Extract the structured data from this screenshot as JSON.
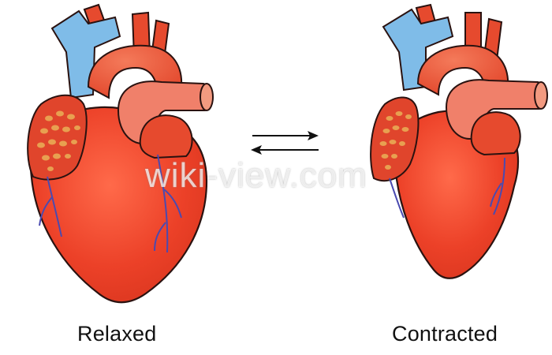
{
  "labels": {
    "relaxed": "Relaxed",
    "contracted": "Contracted"
  },
  "watermark": "wiki-view.com",
  "colors": {
    "ventricle": "#e8412a",
    "atrium_wall": "#e0452c",
    "vessel_blue": "#7fbce8",
    "aorta": "#e85a3c",
    "pulmonary": "#f0806a",
    "outline": "#2a1210",
    "fat_spots": "#e8a050",
    "vein_lines": "#4a4ab0",
    "caption_text": "#111111"
  },
  "icons": [
    "arrow-right-icon",
    "arrow-left-icon"
  ]
}
